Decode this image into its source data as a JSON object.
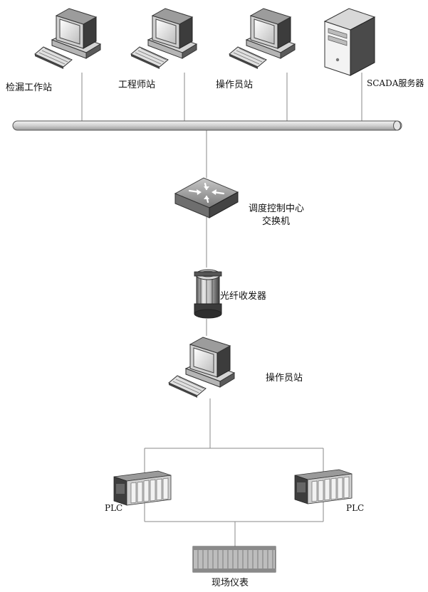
{
  "nodes": {
    "leak_station": "检漏工作站",
    "engineer_station": "工程师站",
    "operator_station_top": "操作员站",
    "scada_server": "SCADA服务器",
    "dispatch_switch_line1": "调度控制中心",
    "dispatch_switch_line2": "交换机",
    "fiber_transceiver": "光纤收发器",
    "operator_station_field": "操作员站",
    "plc_left": "PLC",
    "plc_right": "PLC",
    "field_instruments": "现场仪表"
  },
  "icons": {
    "workstation": "desktop-computer-icon",
    "server": "tower-server-icon",
    "switch": "network-switch-icon",
    "transceiver": "fiber-transceiver-icon",
    "plc": "plc-rack-icon",
    "instrument": "instrument-panel-icon"
  },
  "colors": {
    "line": "#8a8a8a",
    "device_dark": "#4a4a4a",
    "device_light": "#e6e6e6"
  }
}
